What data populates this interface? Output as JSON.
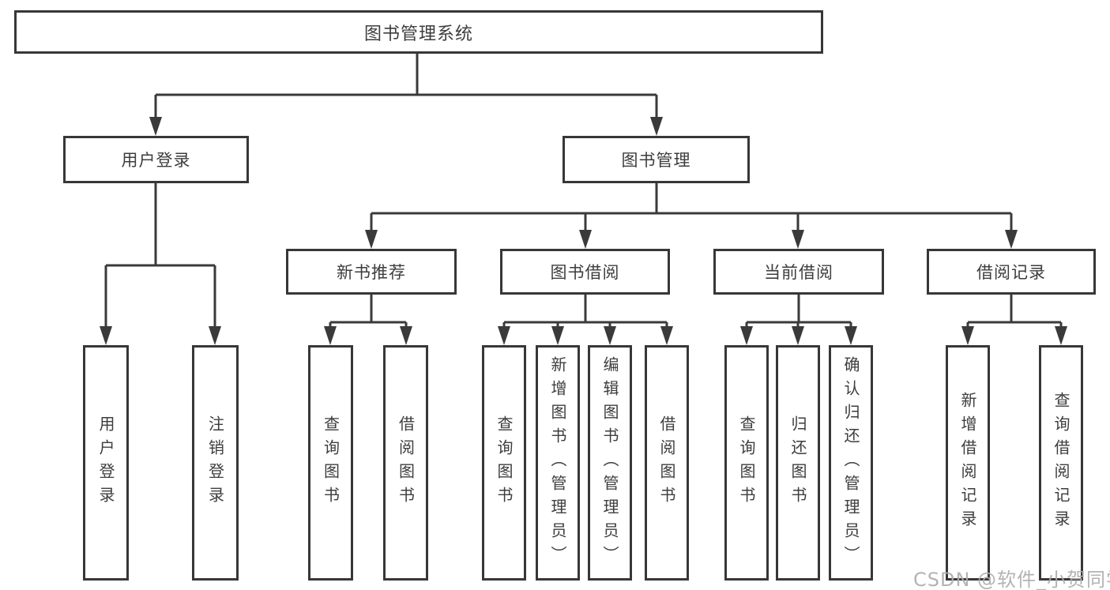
{
  "diagram": {
    "root": {
      "label": "图书管理系统"
    },
    "branches": [
      {
        "label": "用户登录",
        "children": [
          {
            "label": "用户登录"
          },
          {
            "label": "注销登录"
          }
        ]
      },
      {
        "label": "图书管理",
        "children": [
          {
            "label": "新书推荐",
            "children": [
              {
                "label": "查询图书"
              },
              {
                "label": "借阅图书"
              }
            ]
          },
          {
            "label": "图书借阅",
            "children": [
              {
                "label": "查询图书"
              },
              {
                "label": "新增图书（管理员）"
              },
              {
                "label": "编辑图书（管理员）"
              },
              {
                "label": "借阅图书"
              }
            ]
          },
          {
            "label": "当前借阅",
            "children": [
              {
                "label": "查询图书"
              },
              {
                "label": "归还图书"
              },
              {
                "label": "确认归还（管理员）"
              }
            ]
          },
          {
            "label": "借阅记录",
            "children": [
              {
                "label": "新增借阅记录"
              },
              {
                "label": "查询借阅记录"
              }
            ]
          }
        ]
      }
    ]
  },
  "watermark": {
    "text": "CSDN @软件_小贺同学"
  },
  "colors": {
    "line": "#3a3a3a",
    "box_border": "#373737",
    "text": "#3d3d3d",
    "watermark": "#acacac",
    "background": "#ffffff"
  }
}
